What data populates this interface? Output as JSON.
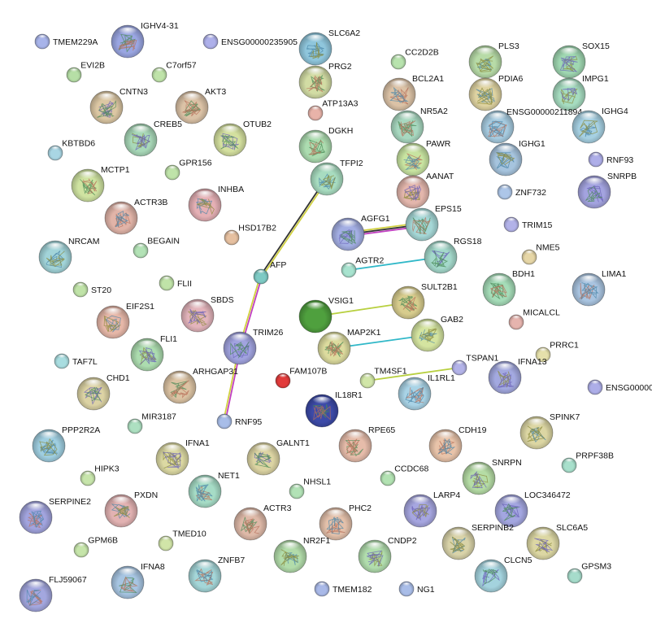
{
  "nodes": [
    {
      "id": "TMEM229A",
      "label": "TMEM229A",
      "color": "#a8b4ea",
      "size": "s",
      "struct": false
    },
    {
      "id": "IGHV4-31",
      "label": "IGHV4-31",
      "color": "#9aa6e2",
      "size": "l",
      "struct": true
    },
    {
      "id": "ENSG00000235905",
      "label": "ENSG00000235905",
      "color": "#aeb0ea",
      "size": "s",
      "struct": false
    },
    {
      "id": "SLC6A2",
      "label": "SLC6A2",
      "color": "#8fc6dc",
      "size": "l",
      "struct": true
    },
    {
      "id": "EVI2B",
      "label": "EVI2B",
      "color": "#b6dfa6",
      "size": "s",
      "struct": false
    },
    {
      "id": "C7orf57",
      "label": "C7orf57",
      "color": "#bfe3a9",
      "size": "s",
      "struct": false
    },
    {
      "id": "PRG2",
      "label": "PRG2",
      "color": "#d2dca4",
      "size": "l",
      "struct": true
    },
    {
      "id": "CC2D2B",
      "label": "CC2D2B",
      "color": "#b8e3ae",
      "size": "s",
      "struct": false
    },
    {
      "id": "PLS3",
      "label": "PLS3",
      "color": "#b7dba7",
      "size": "l",
      "struct": true
    },
    {
      "id": "SOX15",
      "label": "SOX15",
      "color": "#9fd7b1",
      "size": "l",
      "struct": true
    },
    {
      "id": "CNTN3",
      "label": "CNTN3",
      "color": "#dcc7a3",
      "size": "l",
      "struct": true
    },
    {
      "id": "AKT3",
      "label": "AKT3",
      "color": "#dbc2a6",
      "size": "l",
      "struct": true
    },
    {
      "id": "BCL2A1",
      "label": "BCL2A1",
      "color": "#dbc2a6",
      "size": "l",
      "struct": true
    },
    {
      "id": "PDIA6",
      "label": "PDIA6",
      "color": "#dfd3a1",
      "size": "l",
      "struct": true
    },
    {
      "id": "IMPG1",
      "label": "IMPG1",
      "color": "#a6dcc0",
      "size": "l",
      "struct": true
    },
    {
      "id": "ATP13A3",
      "label": "ATP13A3",
      "color": "#e8b3a9",
      "size": "s",
      "struct": false
    },
    {
      "id": "NR5A2",
      "label": "NR5A2",
      "color": "#a8d8c0",
      "size": "l",
      "struct": true
    },
    {
      "id": "ENSG00000211894",
      "label": "ENSG00000211894",
      "color": "#a6cbe0",
      "size": "l",
      "struct": true
    },
    {
      "id": "IGHG4",
      "label": "IGHG4",
      "color": "#a6d0e2",
      "size": "l",
      "struct": true
    },
    {
      "id": "CREB5",
      "label": "CREB5",
      "color": "#a8d8b8",
      "size": "l",
      "struct": true
    },
    {
      "id": "OTUB2",
      "label": "OTUB2",
      "color": "#d4e09f",
      "size": "l",
      "struct": true
    },
    {
      "id": "DGKH",
      "label": "DGKH",
      "color": "#acdcb0",
      "size": "l",
      "struct": true
    },
    {
      "id": "PAWR",
      "label": "PAWR",
      "color": "#c8e4a1",
      "size": "l",
      "struct": true
    },
    {
      "id": "IGHG1",
      "label": "IGHG1",
      "color": "#a6c4de",
      "size": "l",
      "struct": true
    },
    {
      "id": "KBTBD6",
      "label": "KBTBD6",
      "color": "#a9d6e4",
      "size": "s",
      "struct": false
    },
    {
      "id": "RNF93",
      "label": "RNF93",
      "color": "#aeaee8",
      "size": "s",
      "struct": false
    },
    {
      "id": "MCTP1",
      "label": "MCTP1",
      "color": "#cfe3a1",
      "size": "l",
      "struct": true
    },
    {
      "id": "GPR156",
      "label": "GPR156",
      "color": "#bfe3a9",
      "size": "s",
      "struct": false
    },
    {
      "id": "TFPI2",
      "label": "TFPI2",
      "color": "#a8dcc0",
      "size": "l",
      "struct": true
    },
    {
      "id": "AANAT",
      "label": "AANAT",
      "color": "#e3b6ac",
      "size": "l",
      "struct": true
    },
    {
      "id": "SNRPB",
      "label": "SNRPB",
      "color": "#a3a3df",
      "size": "l",
      "struct": true
    },
    {
      "id": "ZNF732",
      "label": "ZNF732",
      "color": "#adc6e8",
      "size": "s",
      "struct": false
    },
    {
      "id": "ACTR3B",
      "label": "ACTR3B",
      "color": "#e1b4a8",
      "size": "l",
      "struct": true
    },
    {
      "id": "INHBA",
      "label": "INHBA",
      "color": "#e5b0b5",
      "size": "l",
      "struct": true
    },
    {
      "id": "HSD17B2",
      "label": "HSD17B2",
      "color": "#e6c0a0",
      "size": "s",
      "struct": false
    },
    {
      "id": "AGFG1",
      "label": "AGFG1",
      "color": "#a3aee3",
      "size": "l",
      "struct": true
    },
    {
      "id": "EPS15",
      "label": "EPS15",
      "color": "#a5d7d6",
      "size": "l",
      "struct": true
    },
    {
      "id": "TRIM15",
      "label": "TRIM15",
      "color": "#b2b2e8",
      "size": "s",
      "struct": false
    },
    {
      "id": "NRCAM",
      "label": "NRCAM",
      "color": "#a2d4d9",
      "size": "l",
      "struct": true
    },
    {
      "id": "BEGAIN",
      "label": "BEGAIN",
      "color": "#b3e2b6",
      "size": "s",
      "struct": false
    },
    {
      "id": "RGS18",
      "label": "RGS18",
      "color": "#a4d9cb",
      "size": "l",
      "struct": true
    },
    {
      "id": "NME5",
      "label": "NME5",
      "color": "#e6d6a6",
      "size": "s",
      "struct": false
    },
    {
      "id": "AGTR2",
      "label": "AGTR2",
      "color": "#a8e3cf",
      "size": "s",
      "struct": false
    },
    {
      "id": "AFP",
      "label": "AFP",
      "color": "#7ecac4",
      "size": "s",
      "struct": false
    },
    {
      "id": "ST20",
      "label": "ST20",
      "color": "#c0e3a8",
      "size": "s",
      "struct": false
    },
    {
      "id": "FLII",
      "label": "FLII",
      "color": "#c0e3a8",
      "size": "s",
      "struct": false
    },
    {
      "id": "BDH1",
      "label": "BDH1",
      "color": "#a5dcb8",
      "size": "l",
      "struct": true
    },
    {
      "id": "LIMA1",
      "label": "LIMA1",
      "color": "#a9c4e0",
      "size": "l",
      "struct": true
    },
    {
      "id": "EIF2S1",
      "label": "EIF2S1",
      "color": "#e6b7a8",
      "size": "l",
      "struct": true
    },
    {
      "id": "SBDS",
      "label": "SBDS",
      "color": "#e3b4bb",
      "size": "l",
      "struct": true
    },
    {
      "id": "VSIG1",
      "label": "VSIG1",
      "color": "#4fa03e",
      "size": "l",
      "struct": false
    },
    {
      "id": "SULT2B1",
      "label": "SULT2B1",
      "color": "#d7cc8d",
      "size": "l",
      "struct": true
    },
    {
      "id": "MICALCL",
      "label": "MICALCL",
      "color": "#e6b4ae",
      "size": "s",
      "struct": false
    },
    {
      "id": "GAB2",
      "label": "GAB2",
      "color": "#d4e4a0",
      "size": "l",
      "struct": true
    },
    {
      "id": "FLI1",
      "label": "FLI1",
      "color": "#acdcaf",
      "size": "l",
      "struct": true
    },
    {
      "id": "TRIM26",
      "label": "TRIM26",
      "color": "#a1a3df",
      "size": "l",
      "struct": true
    },
    {
      "id": "MAP2K1",
      "label": "MAP2K1",
      "color": "#dcdb9e",
      "size": "l",
      "struct": true
    },
    {
      "id": "TAF7L",
      "label": "TAF7L",
      "color": "#a9dde0",
      "size": "s",
      "struct": false
    },
    {
      "id": "PRRC1",
      "label": "PRRC1",
      "color": "#e5e0ab",
      "size": "s",
      "struct": false
    },
    {
      "id": "TSPAN1",
      "label": "TSPAN1",
      "color": "#b3b3e8",
      "size": "s",
      "struct": false
    },
    {
      "id": "CHD1",
      "label": "CHD1",
      "color": "#dcd3a4",
      "size": "l",
      "struct": true
    },
    {
      "id": "ARHGAP31",
      "label": "ARHGAP31",
      "color": "#dcc3a3",
      "size": "l",
      "struct": true
    },
    {
      "id": "FAM107B",
      "label": "FAM107B",
      "color": "#e23b3b",
      "size": "s",
      "struct": false
    },
    {
      "id": "TM4SF1",
      "label": "TM4SF1",
      "color": "#d1e6a8",
      "size": "s",
      "struct": false
    },
    {
      "id": "IFNA13",
      "label": "IFNA13",
      "color": "#a3a9e0",
      "size": "l",
      "struct": true
    },
    {
      "id": "ENSG00000",
      "label": "ENSG00000",
      "color": "#adaee8",
      "size": "s",
      "struct": false
    },
    {
      "id": "IL18R1",
      "label": "IL18R1",
      "color": "#3c4aa8",
      "size": "l",
      "struct": true
    },
    {
      "id": "IL1RL1",
      "label": "IL1RL1",
      "color": "#a9d3e6",
      "size": "l",
      "struct": true
    },
    {
      "id": "PPP2R2A",
      "label": "PPP2R2A",
      "color": "#9fcee0",
      "size": "l",
      "struct": true
    },
    {
      "id": "MIR3187",
      "label": "MIR3187",
      "color": "#ade0c1",
      "size": "s",
      "struct": false
    },
    {
      "id": "RNF95",
      "label": "RNF95",
      "color": "#a8bde8",
      "size": "s",
      "struct": false
    },
    {
      "id": "RPE65",
      "label": "RPE65",
      "color": "#e6bcaa",
      "size": "l",
      "struct": true
    },
    {
      "id": "CDH19",
      "label": "CDH19",
      "color": "#e8c3a9",
      "size": "l",
      "struct": true
    },
    {
      "id": "SPINK7",
      "label": "SPINK7",
      "color": "#dcd6a3",
      "size": "l",
      "struct": true
    },
    {
      "id": "IFNA1",
      "label": "IFNA1",
      "color": "#dcd9a3",
      "size": "l",
      "struct": true
    },
    {
      "id": "GALNT1",
      "label": "GALNT1",
      "color": "#dcd4a3",
      "size": "l",
      "struct": true
    },
    {
      "id": "HIPK3",
      "label": "HIPK3",
      "color": "#c7e5ab",
      "size": "s",
      "struct": false
    },
    {
      "id": "NET1",
      "label": "NET1",
      "color": "#a6dcc6",
      "size": "l",
      "struct": true
    },
    {
      "id": "PRPF38B",
      "label": "PRPF38B",
      "color": "#a8e0cc",
      "size": "s",
      "struct": false
    },
    {
      "id": "SNRPN",
      "label": "SNRPN",
      "color": "#b5dca5",
      "size": "l",
      "struct": true
    },
    {
      "id": "CCDC68",
      "label": "CCDC68",
      "color": "#b2e2b2",
      "size": "s",
      "struct": false
    },
    {
      "id": "NHSL1",
      "label": "NHSL1",
      "color": "#b2e2b6",
      "size": "s",
      "struct": false
    },
    {
      "id": "SERPINE2",
      "label": "SERPINE2",
      "color": "#a2a4de",
      "size": "l",
      "struct": true
    },
    {
      "id": "PXDN",
      "label": "PXDN",
      "color": "#e2b2b2",
      "size": "l",
      "struct": true
    },
    {
      "id": "LARP4",
      "label": "LARP4",
      "color": "#a6a6e0",
      "size": "l",
      "struct": true
    },
    {
      "id": "LOC346472",
      "label": "LOC346472",
      "color": "#a3a6e0",
      "size": "l",
      "struct": true
    },
    {
      "id": "ACTR3",
      "label": "ACTR3",
      "color": "#deb9a8",
      "size": "l",
      "struct": true
    },
    {
      "id": "PHC2",
      "label": "PHC2",
      "color": "#e3c0aa",
      "size": "l",
      "struct": true
    },
    {
      "id": "SERPINB2",
      "label": "SERPINB2",
      "color": "#d9d3a9",
      "size": "l",
      "struct": true
    },
    {
      "id": "SLC6A5",
      "label": "SLC6A5",
      "color": "#dcd7a3",
      "size": "l",
      "struct": true
    },
    {
      "id": "GPM6B",
      "label": "GPM6B",
      "color": "#c6e5aa",
      "size": "s",
      "struct": false
    },
    {
      "id": "TMED10",
      "label": "TMED10",
      "color": "#d1e5a8",
      "size": "s",
      "struct": false
    },
    {
      "id": "ZNFB7",
      "label": "ZNFB7",
      "color": "#a4d6d8",
      "size": "l",
      "struct": true
    },
    {
      "id": "NR2F1",
      "label": "NR2F1",
      "color": "#b2dcaa",
      "size": "l",
      "struct": true
    },
    {
      "id": "CNDP2",
      "label": "CNDP2",
      "color": "#b1ddad",
      "size": "l",
      "struct": true
    },
    {
      "id": "GPSM3",
      "label": "GPSM3",
      "color": "#a6dccb",
      "size": "s",
      "struct": false
    },
    {
      "id": "IFNA8",
      "label": "IFNA8",
      "color": "#a7c5e2",
      "size": "l",
      "struct": true
    },
    {
      "id": "FLJ59067",
      "label": "FLJ59067",
      "color": "#a3a7df",
      "size": "l",
      "struct": true
    },
    {
      "id": "TMEM182",
      "label": "TMEM182",
      "color": "#a9b9e8",
      "size": "s",
      "struct": false
    },
    {
      "id": "NG1",
      "label": "NG1",
      "color": "#a9bde8",
      "size": "s",
      "struct": false
    },
    {
      "id": "CLCN5",
      "label": "CLCN5",
      "color": "#a4d3de",
      "size": "l",
      "struct": true
    }
  ],
  "edges": [
    {
      "from": "TFPI2",
      "to": "AFP",
      "colors": [
        "#d0d040",
        "#333333"
      ]
    },
    {
      "from": "AFP",
      "to": "TRIM26",
      "colors": [
        "#c040c0",
        "#d0d040"
      ]
    },
    {
      "from": "TRIM26",
      "to": "RNF95",
      "colors": [
        "#c040c0",
        "#d0d040"
      ]
    },
    {
      "from": "AGFG1",
      "to": "EPS15",
      "colors": [
        "#d0d040",
        "#333333",
        "#c040c0"
      ]
    },
    {
      "from": "AGTR2",
      "to": "RGS18",
      "colors": [
        "#30b8c8"
      ]
    },
    {
      "from": "VSIG1",
      "to": "SULT2B1",
      "colors": [
        "#b8d040"
      ]
    },
    {
      "from": "MAP2K1",
      "to": "GAB2",
      "colors": [
        "#30b8c8"
      ]
    },
    {
      "from": "TM4SF1",
      "to": "TSPAN1",
      "colors": [
        "#b8d040"
      ]
    }
  ]
}
